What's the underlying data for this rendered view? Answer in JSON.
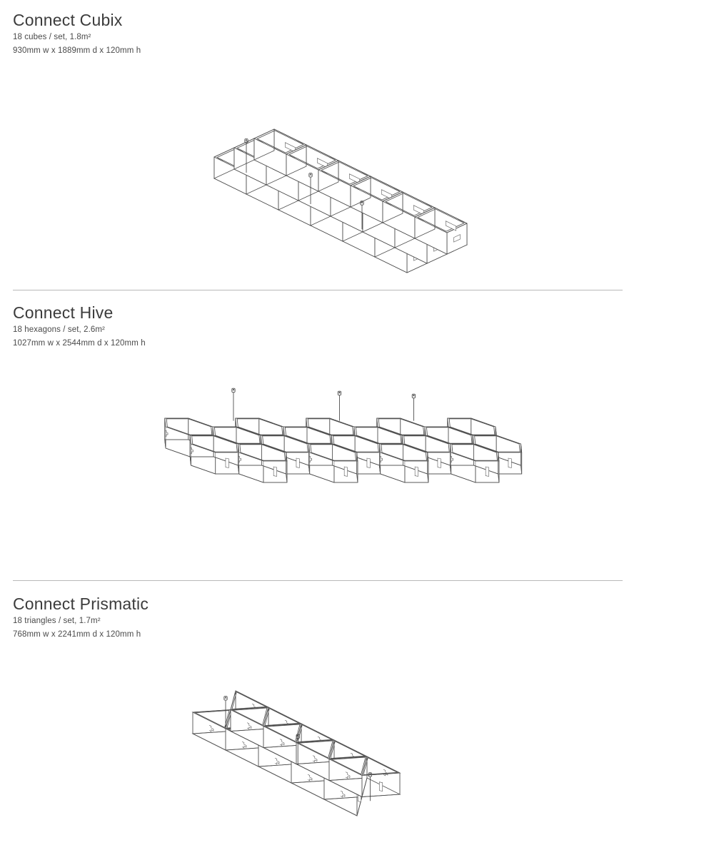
{
  "page": {
    "background_color": "#ffffff",
    "text_color": "#3c3c3c",
    "divider_color": "#b9b9b9",
    "line_color": "#4d4d4d"
  },
  "sections": [
    {
      "id": "cubix",
      "title": "Connect Cubix",
      "spec_quantity": "18 cubes / set, 1.8m²",
      "spec_dimensions": "930mm w x 1889mm d x 120mm h",
      "module_shape": "cube",
      "module_count": 18,
      "grid_cols": 6,
      "grid_rows": 3,
      "suspension_rods": 3
    },
    {
      "id": "hive",
      "title": "Connect Hive",
      "spec_quantity": "18 hexagons / set, 2.6m²",
      "spec_dimensions": "1027mm w x 2544mm d x 120mm h",
      "module_shape": "hexagon",
      "module_count": 18,
      "grid_cols": 7,
      "grid_rows": 3,
      "suspension_rods": 3
    },
    {
      "id": "prismatic",
      "title": "Connect Prismatic",
      "spec_quantity": "18 triangles / set, 1.7m²",
      "spec_dimensions": "768mm w x 2241mm d x 120mm h",
      "module_shape": "triangle",
      "module_count": 18,
      "grid_cols": 9,
      "grid_rows": 2,
      "suspension_rods": 3
    }
  ]
}
